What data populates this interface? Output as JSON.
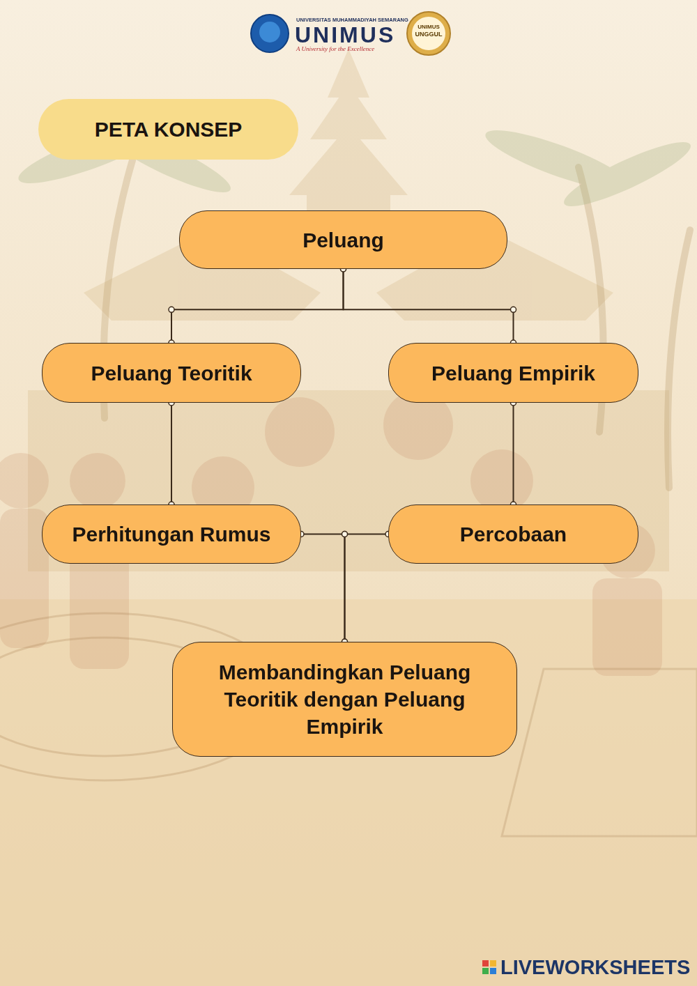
{
  "diagram": {
    "title": "PETA KONSEP",
    "nodes": [
      {
        "text": [
          "Peluang"
        ]
      },
      {
        "text": [
          "Peluang Teoritik"
        ]
      },
      {
        "text": [
          "Peluang Empirik"
        ]
      },
      {
        "text": [
          "Perhitungan Rumus"
        ]
      },
      {
        "text": [
          "Percobaan"
        ]
      },
      {
        "text": [
          "Membandingkan Peluang Teoritik dengan Peluang Empirik"
        ]
      }
    ],
    "edges": [
      {
        "from": 0,
        "to": 1,
        "arrow": "none"
      },
      {
        "from": 0,
        "to": 2,
        "arrow": "none"
      },
      {
        "from": 1,
        "to": 3,
        "arrow": "none"
      },
      {
        "from": 2,
        "to": 4,
        "arrow": "none"
      },
      {
        "from": 3,
        "to": 5,
        "arrow": "none"
      },
      {
        "from": 4,
        "to": 5,
        "arrow": "none"
      }
    ],
    "labels": [
      "UNIVERSITAS MUHAMMADIYAH SEMARANG",
      "UNIMUS",
      "A University for the Excellence",
      "UNIMUS",
      "UNGGUL",
      "LIVEWORKSHEETS"
    ]
  }
}
